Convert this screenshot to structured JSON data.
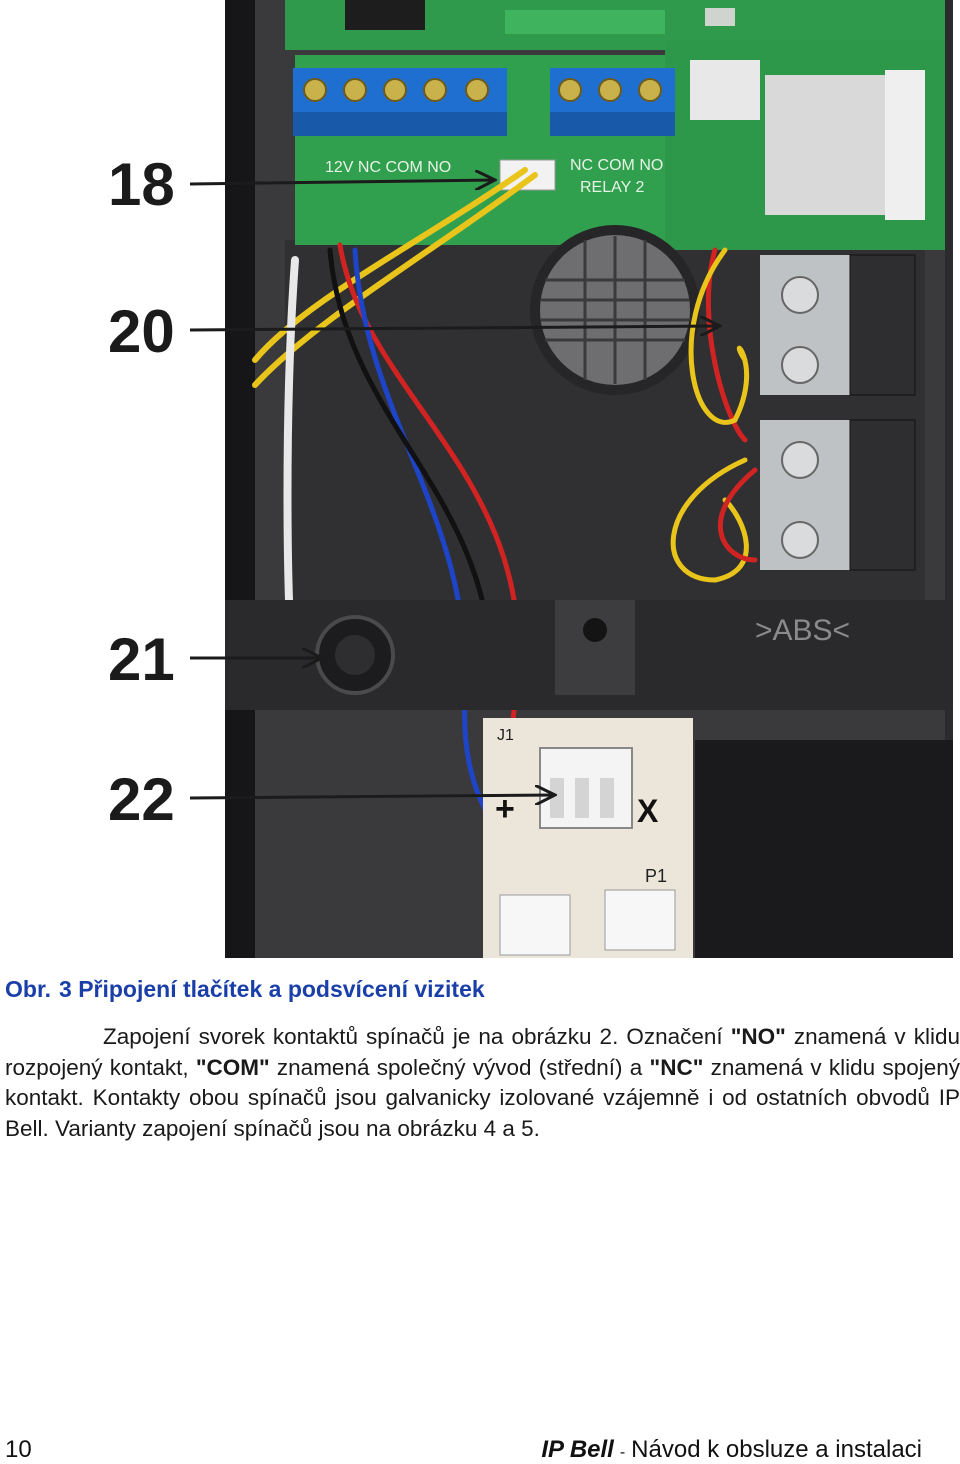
{
  "figure": {
    "callouts": [
      "18",
      "20",
      "21",
      "22"
    ],
    "board_labels": {
      "left_terminals": "12V  NC COM NO",
      "right_terminals": "NC COM NO",
      "relay": "RELAY 2",
      "abs": ">ABS<",
      "j1": "J1",
      "p1": "P1",
      "plus": "+",
      "cross": "X"
    }
  },
  "caption": {
    "prefix": "Obr.",
    "text": "3 Připojení tlačítek a podsvícení vizitek"
  },
  "body": {
    "p1": "Zapojení svorek kontaktů spínačů je na obrázku 2. Označení ",
    "no": "\"NO\"",
    "p2": " znamená v klidu rozpojený kontakt, ",
    "com": "\"COM\"",
    "p3": " znamená společný vývod (střední) a ",
    "nc": "\"NC\"",
    "p4": " znamená v klidu spojený kontakt. Kontakty obou spínačů jsou galvanicky izolované vzájemně i od ostatních obvodů IP Bell. Varianty zapojení spínačů jsou na obrázku 4 a 5."
  },
  "footer": {
    "page": "10",
    "brand": "IP Bell",
    "separator": "-",
    "title": "Návod k obsluze a instalaci"
  }
}
